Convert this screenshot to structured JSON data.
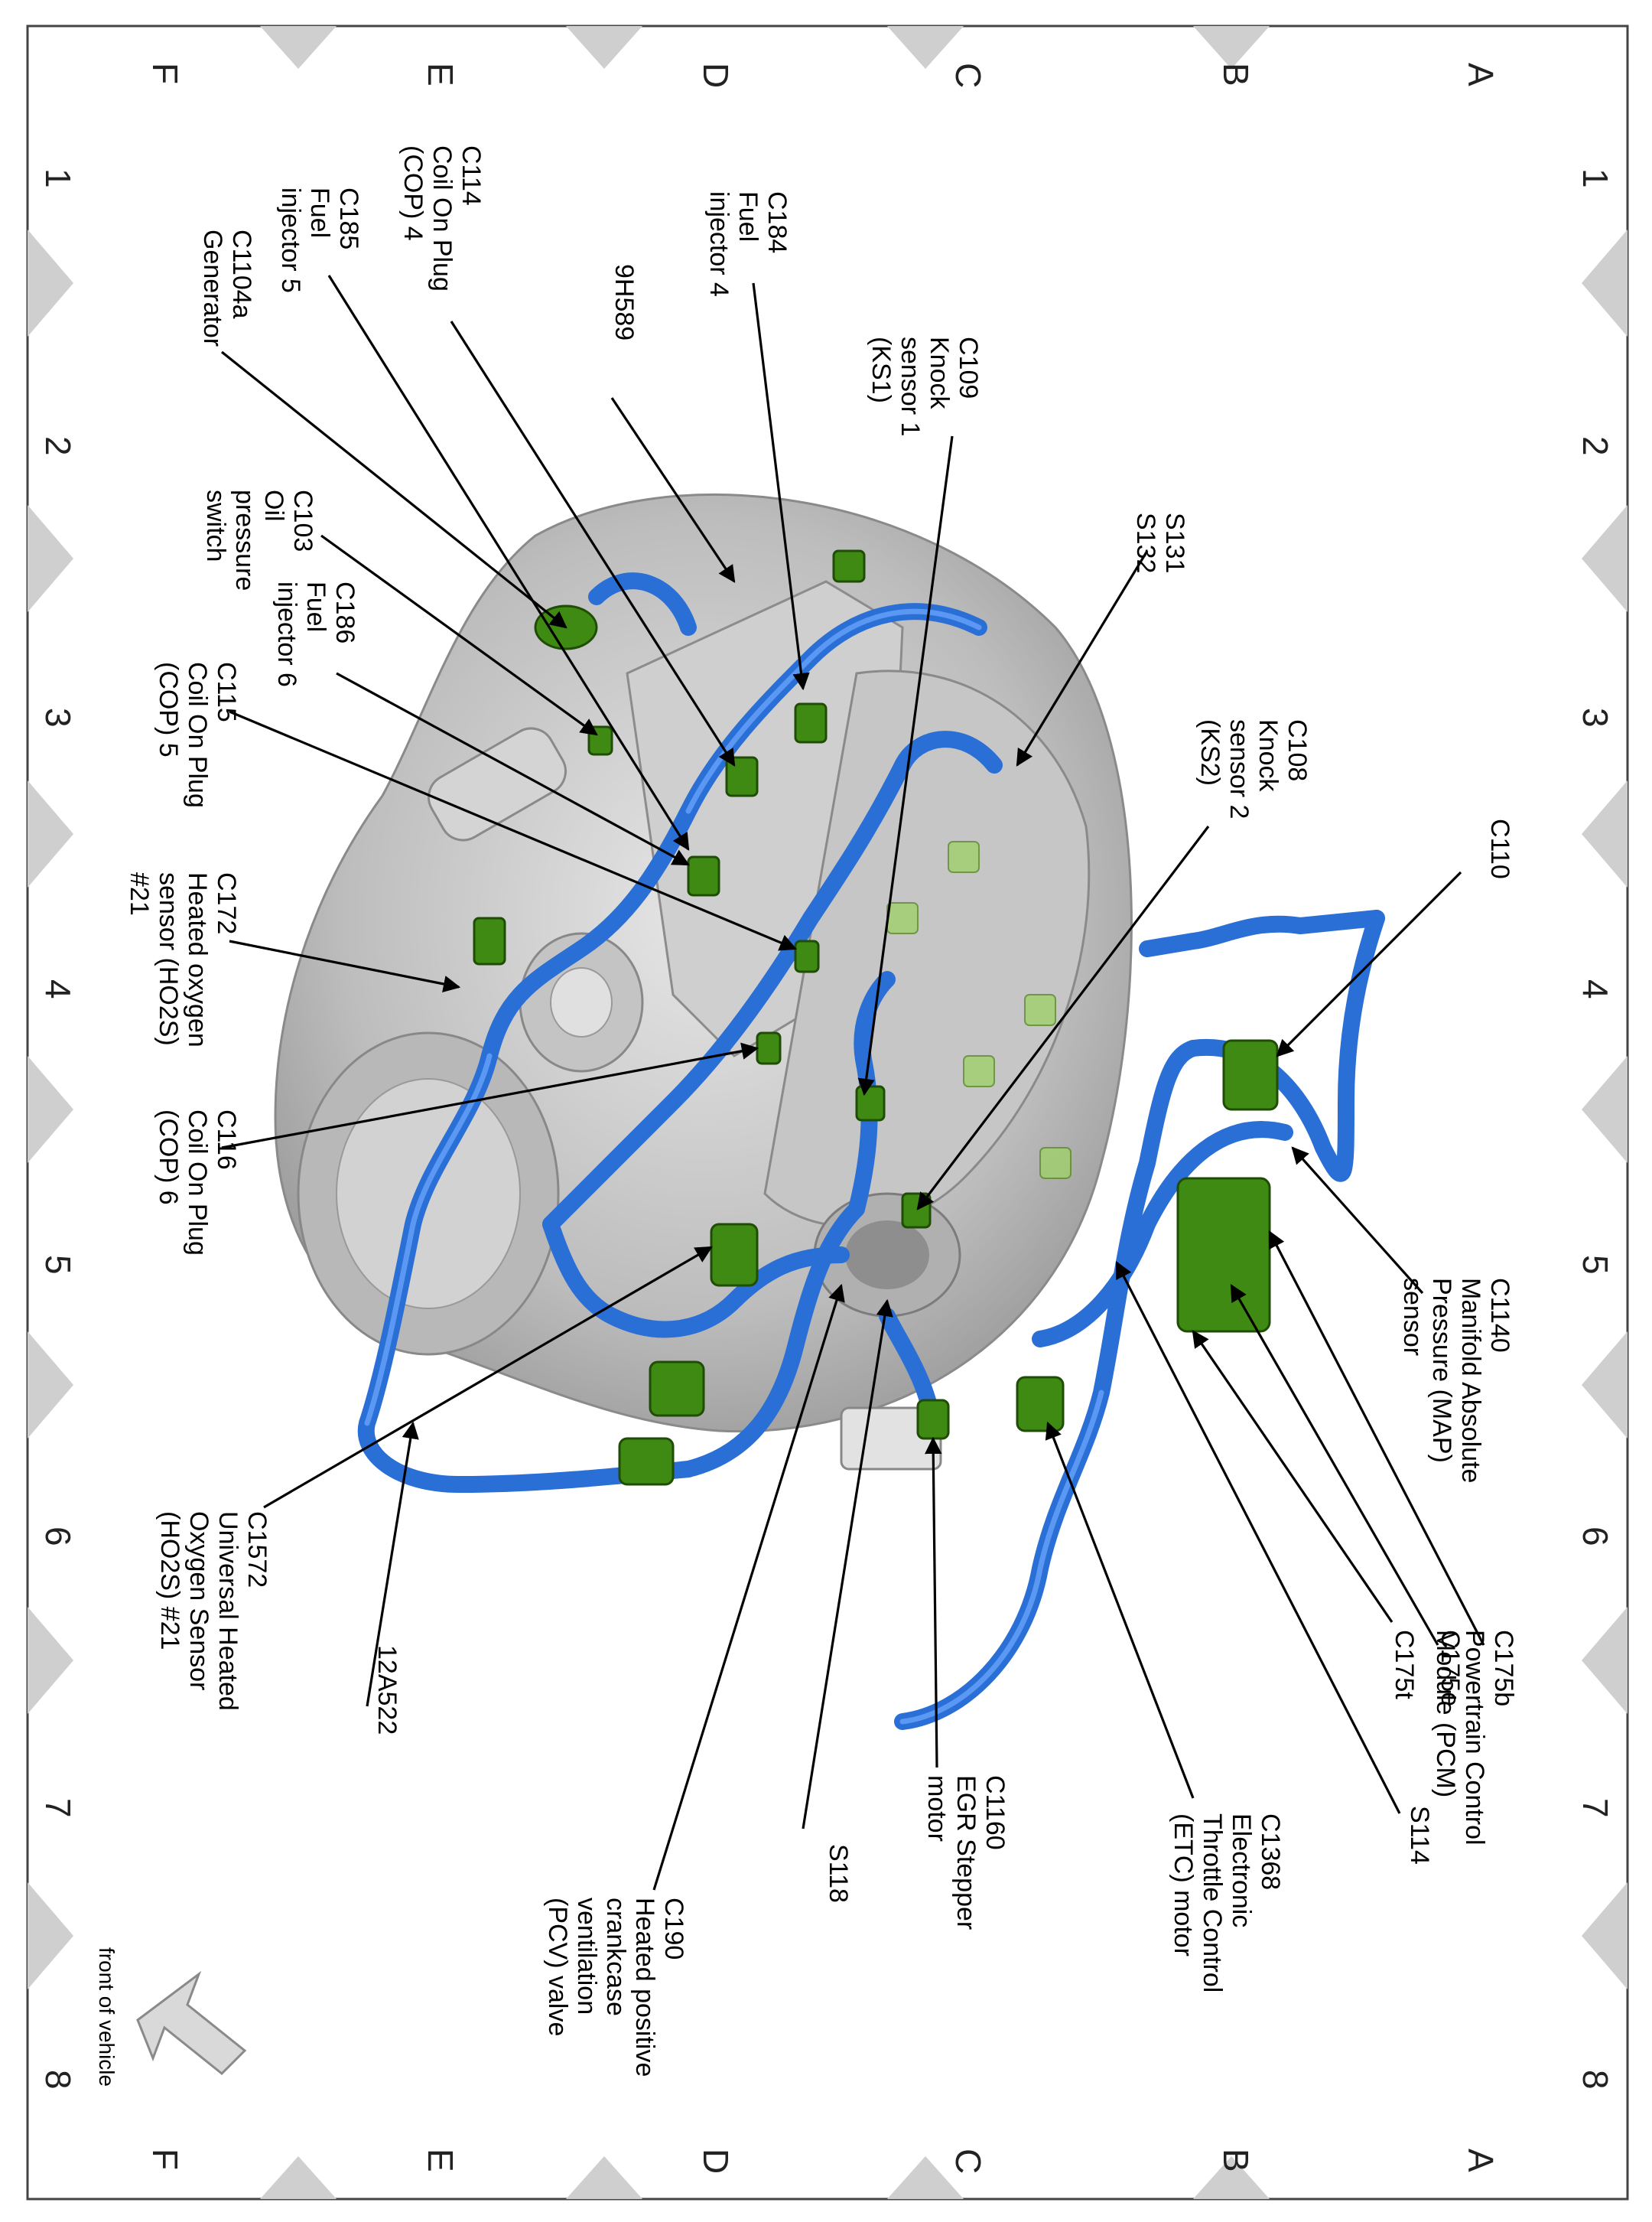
{
  "grid": {
    "columns": [
      "1",
      "2",
      "3",
      "4",
      "5",
      "6",
      "7",
      "8"
    ],
    "rows": [
      "A",
      "B",
      "C",
      "D",
      "E",
      "F"
    ]
  },
  "front_of_vehicle": "front of vehicle",
  "labels": {
    "c184": [
      "C184",
      "Fuel",
      "injector 4"
    ],
    "c109": [
      "C109",
      "Knock",
      "sensor 1",
      "(KS1)"
    ],
    "s131": [
      "S131",
      "S132"
    ],
    "c108": [
      "C108",
      "Knock",
      "sensor 2",
      "(KS2)"
    ],
    "c110": [
      "C110"
    ],
    "c114": [
      "C114",
      "Coil On Plug",
      "(COP) 4"
    ],
    "c185": [
      "C185",
      "Fuel",
      "injector 5"
    ],
    "c1104a": [
      "C1104a",
      "Generator"
    ],
    "p9h589": [
      "9H589"
    ],
    "c103": [
      "C103",
      "Oil",
      "pressure",
      "switch"
    ],
    "c186": [
      "C186",
      "Fuel",
      "injector 6"
    ],
    "c115": [
      "C115",
      "Coil On Plug",
      "(COP) 5"
    ],
    "c172": [
      "C172",
      "Heated oxygen",
      "sensor (HO2S)",
      "#21"
    ],
    "c116": [
      "C116",
      "Coil On Plug",
      "(COP) 6"
    ],
    "c1572": [
      "C1572",
      "Universal Heated",
      "Oxygen Sensor",
      "(HO2S) #21"
    ],
    "p12a522": [
      "12A522"
    ],
    "c190": [
      "C190",
      "Heated positive",
      "crankcase",
      "ventilation",
      "(PCV) valve"
    ],
    "s118": [
      "S118"
    ],
    "c1160": [
      "C1160",
      "EGR Stepper",
      "motor"
    ],
    "c1368": [
      "C1368",
      "Electronic",
      "Throttle Control",
      "(ETC) motor"
    ],
    "s114": [
      "S114"
    ],
    "c175t": [
      "C175t"
    ],
    "c175e": [
      "C175e"
    ],
    "c175b": [
      "C175b",
      "Powertrain Control",
      "Module (PCM)"
    ],
    "c1140": [
      "C1140",
      "Manifold Absolute",
      "Pressure (MAP)",
      "sensor"
    ]
  },
  "colors": {
    "harness": "#2a6fd6",
    "connector": "#3f8a12",
    "engine": "#c9c9c9",
    "grid_marker": "#cfcfcf"
  }
}
